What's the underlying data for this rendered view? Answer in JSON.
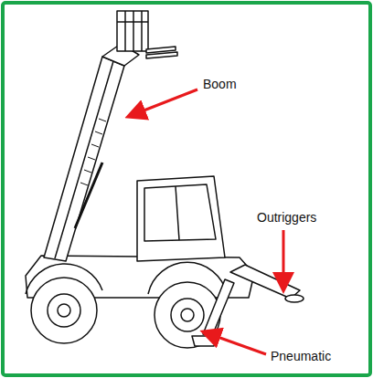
{
  "diagram": {
    "labels": [
      "Boom",
      "Outriggers",
      "Pneumatic"
    ]
  }
}
